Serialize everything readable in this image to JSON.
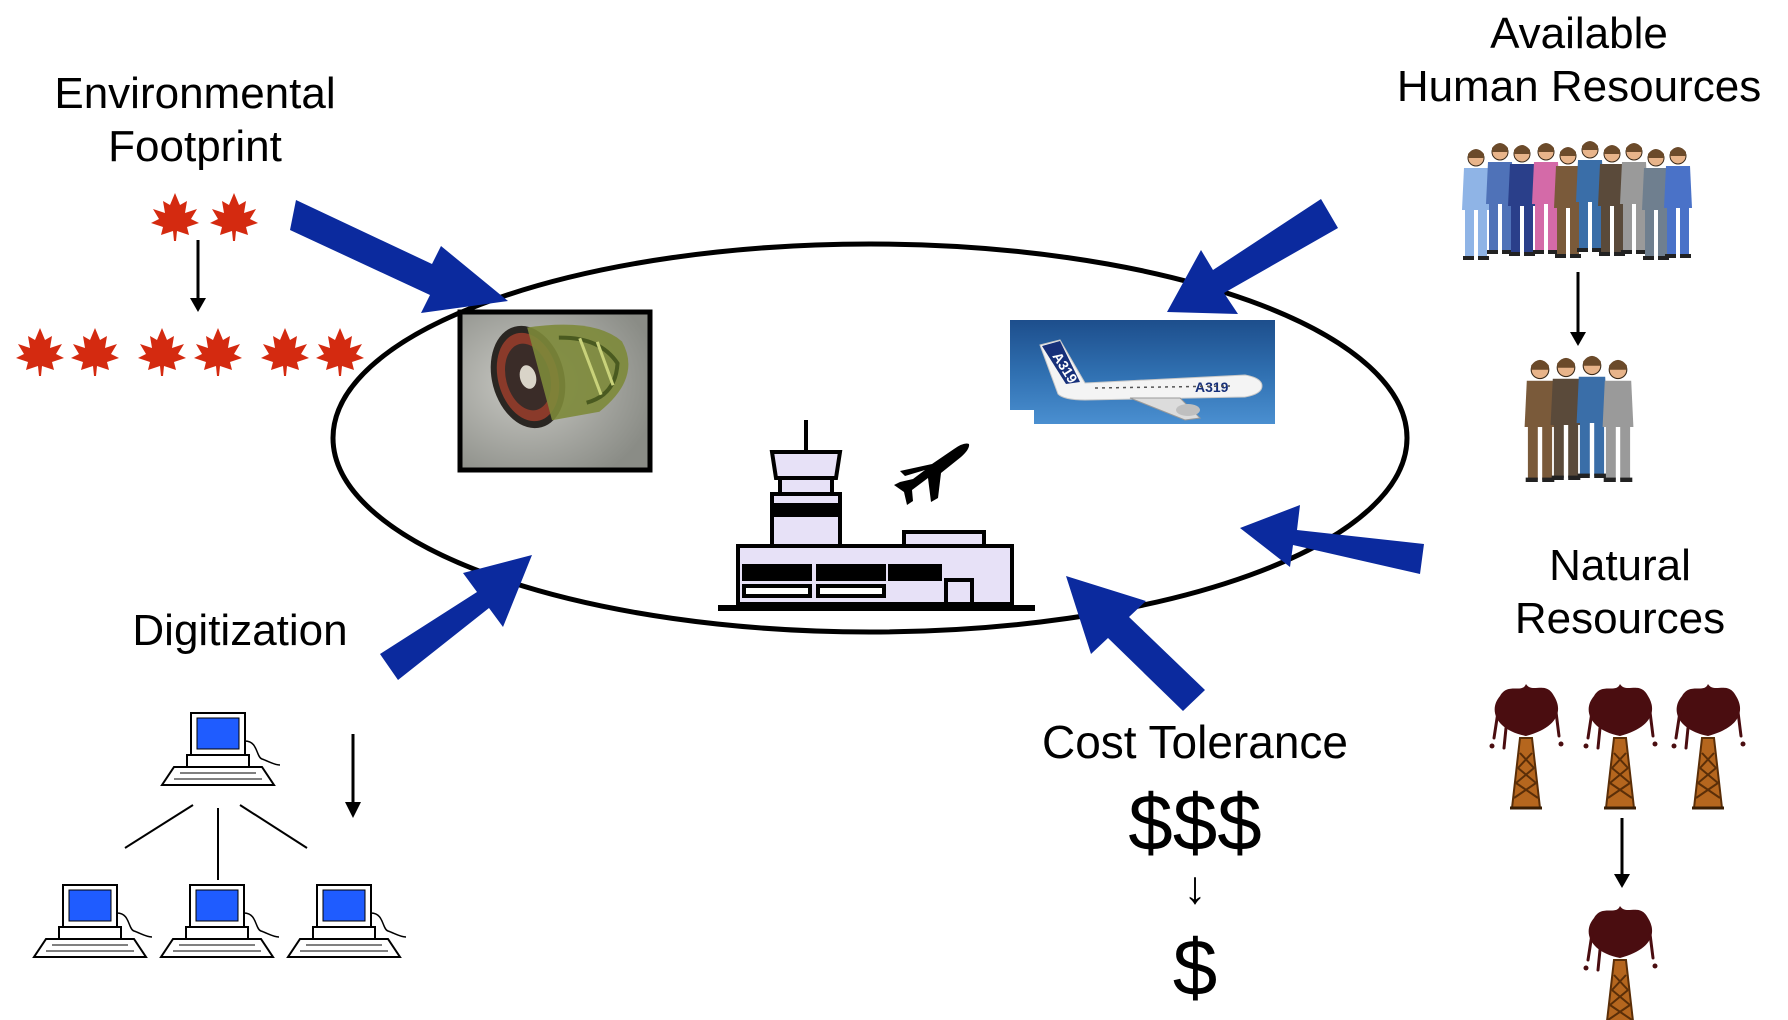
{
  "labels": {
    "environmental_footprint": [
      "Environmental",
      "Footprint"
    ],
    "available_human_resources": [
      "Available",
      "Human Resources"
    ],
    "digitization": "Digitization",
    "natural_resources": [
      "Natural",
      "Resources"
    ],
    "cost_tolerance": "Cost Tolerance",
    "cost_high": "$$$",
    "cost_arrow": "↓",
    "cost_low": "$"
  },
  "images": {
    "engine_photo": "jet-engine-photo",
    "airplane_photo": "a319-airplane-photo",
    "airplane_marking": "A319",
    "airport_icon": "airport-terminal-tower-icon"
  },
  "colors": {
    "arrow_fill": "#0b2a9e",
    "leaf_red": "#d42a10",
    "screen_blue": "#1f5cff",
    "oil_dark": "#4a0d10",
    "derrick_orange": "#b5661e",
    "terminal_lavender": "#e7e1f7"
  }
}
